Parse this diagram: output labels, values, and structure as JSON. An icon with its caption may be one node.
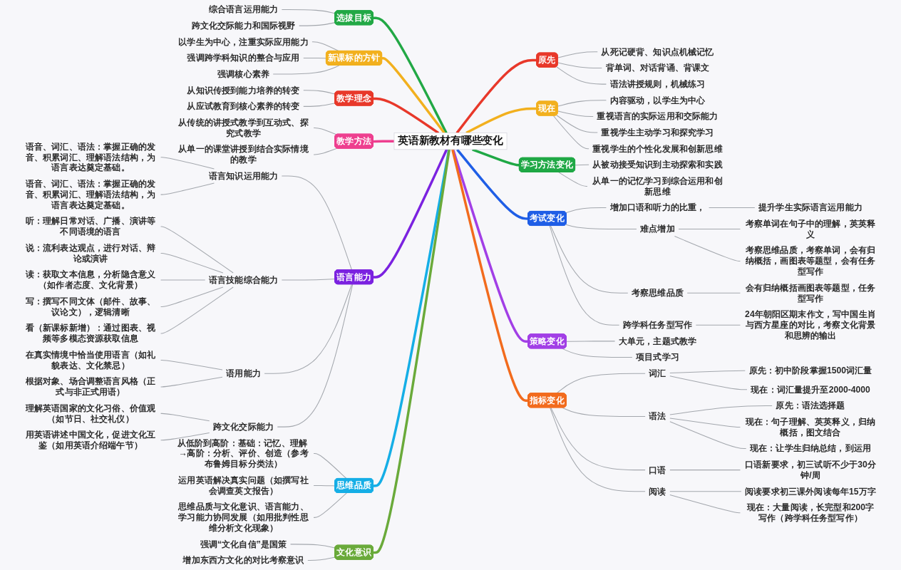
{
  "diagram": {
    "nodes": [
      {
        "text": [
          "英语新教材有哪些变化"
        ]
      },
      {
        "text": [
          "选拔目标"
        ]
      },
      {
        "text": [
          "综合语言运用能力"
        ]
      },
      {
        "text": [
          "跨文化交际能力和国际视野"
        ]
      },
      {
        "text": [
          "新课标的方针"
        ]
      },
      {
        "text": [
          "以学生为中心，注重实际应用能力"
        ]
      },
      {
        "text": [
          "强调跨学科知识的整合与应用"
        ]
      },
      {
        "text": [
          "强调核心素养"
        ]
      },
      {
        "text": [
          "教学理念"
        ]
      },
      {
        "text": [
          "从知识传授到能力培养的转变"
        ]
      },
      {
        "text": [
          "从应试教育到核心素养的转变"
        ]
      },
      {
        "text": [
          "教学方法"
        ]
      },
      {
        "text": [
          "从传统的讲授式教学到互动式、探究式教学"
        ]
      },
      {
        "text": [
          "从单一的课堂讲授到结合实际情境的教学"
        ]
      },
      {
        "text": [
          "语言能力"
        ]
      },
      {
        "text": [
          "语言知识运用能力"
        ]
      },
      {
        "text": [
          "语音、词汇、语法：掌握正确的发音、积累词汇、理解语法结构，为语言表达奠定基础。"
        ]
      },
      {
        "text": [
          "语音、词汇、语法：掌握正确的发音、积累词汇、理解语法结构，为语言表达奠定基础。"
        ]
      },
      {
        "text": [
          "语言技能综合能力"
        ]
      },
      {
        "text": [
          "听：理解日常对话、广播、演讲等不同语境的语言"
        ]
      },
      {
        "text": [
          "说：流利表达观点，进行对话、辩论或演讲"
        ]
      },
      {
        "text": [
          "读：获取文本信息，分析隐含意义（如作者态度、文化背景）"
        ]
      },
      {
        "text": [
          "写：撰写不同文体（邮件、故事、议论文），逻辑清晰"
        ]
      },
      {
        "text": [
          "看（新课标新增）：通过图表、视频等多模态资源获取信息"
        ]
      },
      {
        "text": [
          "语用能力"
        ]
      },
      {
        "text": [
          "在真实情境中恰当使用语言（如礼貌表达、文化禁忌）"
        ]
      },
      {
        "text": [
          "根据对象、场合调整语言风格（正式与非正式用语）"
        ]
      },
      {
        "text": [
          "跨文化交际能力"
        ]
      },
      {
        "text": [
          "理解英语国家的文化习俗、价值观（如节日、社交礼仪）"
        ]
      },
      {
        "text": [
          "用英语讲述中国文化，促进文化互鉴（如用英语介绍端午节）"
        ]
      },
      {
        "text": [
          "思维品质"
        ]
      },
      {
        "text": [
          "从低阶到高阶：基础：记忆、理解 →高阶：分析、评价、创造（参考布鲁姆目标分类法）"
        ]
      },
      {
        "text": [
          "运用英语解决真实问题（如撰写社会调查英文报告）"
        ]
      },
      {
        "text": [
          "思维品质与文化意识、语言能力、学习能力协同发展（如用批判性思维分析文化现象）"
        ]
      },
      {
        "text": [
          "文化意识"
        ]
      },
      {
        "text": [
          "强调“文化自信”是国策"
        ]
      },
      {
        "text": [
          "增加东西方文化的对比考察意识"
        ]
      },
      {
        "text": [
          "原先"
        ]
      },
      {
        "text": [
          "从死记硬背、知识点机械记忆"
        ]
      },
      {
        "text": [
          "背单词、对话背诵、背课文"
        ]
      },
      {
        "text": [
          "语法讲授规则，机械练习"
        ]
      },
      {
        "text": [
          "现在"
        ]
      },
      {
        "text": [
          "内容驱动，以学生为中心"
        ]
      },
      {
        "text": [
          "重视语言的实际运用和交际能力"
        ]
      },
      {
        "text": [
          "重视学生主动学习和探究学习"
        ]
      },
      {
        "text": [
          "重视学生的个性化发展和创新思维"
        ]
      },
      {
        "text": [
          "学习方法变化"
        ]
      },
      {
        "text": [
          "从被动接受知识到主动探索和实践"
        ]
      },
      {
        "text": [
          "从单一的记忆学习到综合运用和创新思维"
        ]
      },
      {
        "text": [
          "考试变化"
        ]
      },
      {
        "text": [
          "增加口语和听力的比重，"
        ]
      },
      {
        "text": [
          "提升学生实际语言运用能力"
        ]
      },
      {
        "text": [
          "难点增加"
        ]
      },
      {
        "text": [
          "考察单词在句子中的理解，英英释义"
        ]
      },
      {
        "text": [
          "考察思维品质，考察单词，会有归纳概括，画图表等题型，会有任务型写作"
        ]
      },
      {
        "text": [
          "考察思维品质"
        ]
      },
      {
        "text": [
          "会有归纳概括画图表等题型，任务型写作"
        ]
      },
      {
        "text": [
          "跨学科任务型写作"
        ]
      },
      {
        "text": [
          "24年朝阳区期末作文，写中国生肖与西方星座的对比，考察文化背景和思辨的输出"
        ]
      },
      {
        "text": [
          "策略变化"
        ]
      },
      {
        "text": [
          "大单元，主题式教学"
        ]
      },
      {
        "text": [
          "项目式学习"
        ]
      },
      {
        "text": [
          "指标变化"
        ]
      },
      {
        "text": [
          "词汇"
        ]
      },
      {
        "text": [
          "原先：初中阶段掌握1500词汇量"
        ]
      },
      {
        "text": [
          "现在：词汇量提升至2000-4000"
        ]
      },
      {
        "text": [
          "语法"
        ]
      },
      {
        "text": [
          "原先：语法选择题"
        ]
      },
      {
        "text": [
          "现在：句子理解、英英释义，归纳概括，图文结合"
        ]
      },
      {
        "text": [
          "现在：让学生归纳总结，到运用"
        ]
      },
      {
        "text": [
          "口语"
        ]
      },
      {
        "text": [
          "口语新要求，初三试听不少于30分钟/周"
        ]
      },
      {
        "text": [
          "阅读"
        ]
      },
      {
        "text": [
          "阅读要求初三课外阅读每年15万字"
        ]
      },
      {
        "text": [
          "现在：大量阅读，长完型和200字写作（跨学科任务型写作）"
        ]
      }
    ],
    "edges": [
      {
        "from": 1,
        "to": 0,
        "arrow": "none",
        "style": "thick",
        "color": "#22a845"
      },
      {
        "from": 2,
        "to": 1,
        "arrow": "none"
      },
      {
        "from": 3,
        "to": 1,
        "arrow": "none"
      },
      {
        "from": 4,
        "to": 0,
        "arrow": "none",
        "style": "thick",
        "color": "#f2b01e"
      },
      {
        "from": 5,
        "to": 4,
        "arrow": "none"
      },
      {
        "from": 6,
        "to": 4,
        "arrow": "none"
      },
      {
        "from": 7,
        "to": 4,
        "arrow": "none"
      },
      {
        "from": 8,
        "to": 0,
        "arrow": "none",
        "style": "thick",
        "color": "#e8382a"
      },
      {
        "from": 9,
        "to": 8,
        "arrow": "none"
      },
      {
        "from": 10,
        "to": 8,
        "arrow": "none"
      },
      {
        "from": 11,
        "to": 0,
        "arrow": "none",
        "style": "thick",
        "color": "#ee3f8f"
      },
      {
        "from": 12,
        "to": 11,
        "arrow": "none"
      },
      {
        "from": 13,
        "to": 11,
        "arrow": "none"
      },
      {
        "from": 14,
        "to": 0,
        "arrow": "none",
        "style": "thick",
        "color": "#7b22e0"
      },
      {
        "from": 15,
        "to": 14,
        "arrow": "none"
      },
      {
        "from": 16,
        "to": 15,
        "arrow": "none"
      },
      {
        "from": 17,
        "to": 15,
        "arrow": "none"
      },
      {
        "from": 18,
        "to": 14,
        "arrow": "none"
      },
      {
        "from": 19,
        "to": 18,
        "arrow": "none"
      },
      {
        "from": 20,
        "to": 18,
        "arrow": "none"
      },
      {
        "from": 21,
        "to": 18,
        "arrow": "none"
      },
      {
        "from": 22,
        "to": 18,
        "arrow": "none"
      },
      {
        "from": 23,
        "to": 18,
        "arrow": "none"
      },
      {
        "from": 24,
        "to": 14,
        "arrow": "none"
      },
      {
        "from": 25,
        "to": 24,
        "arrow": "none"
      },
      {
        "from": 26,
        "to": 24,
        "arrow": "none"
      },
      {
        "from": 27,
        "to": 14,
        "arrow": "none"
      },
      {
        "from": 28,
        "to": 27,
        "arrow": "none"
      },
      {
        "from": 29,
        "to": 27,
        "arrow": "none"
      },
      {
        "from": 30,
        "to": 0,
        "arrow": "none",
        "style": "thick",
        "color": "#15aee6"
      },
      {
        "from": 31,
        "to": 30,
        "arrow": "none"
      },
      {
        "from": 32,
        "to": 30,
        "arrow": "none"
      },
      {
        "from": 33,
        "to": 30,
        "arrow": "none"
      },
      {
        "from": 34,
        "to": 0,
        "arrow": "none",
        "style": "thick",
        "color": "#6aaa3a"
      },
      {
        "from": 35,
        "to": 34,
        "arrow": "none"
      },
      {
        "from": 36,
        "to": 34,
        "arrow": "none"
      },
      {
        "from": 0,
        "to": 37,
        "arrow": "none",
        "style": "thick",
        "color": "#e8382a"
      },
      {
        "from": 37,
        "to": 38,
        "arrow": "none"
      },
      {
        "from": 37,
        "to": 39,
        "arrow": "none"
      },
      {
        "from": 37,
        "to": 40,
        "arrow": "none"
      },
      {
        "from": 0,
        "to": 41,
        "arrow": "none",
        "style": "thick",
        "color": "#f2b01e"
      },
      {
        "from": 41,
        "to": 42,
        "arrow": "none"
      },
      {
        "from": 41,
        "to": 43,
        "arrow": "none"
      },
      {
        "from": 41,
        "to": 44,
        "arrow": "none"
      },
      {
        "from": 41,
        "to": 45,
        "arrow": "none"
      },
      {
        "from": 0,
        "to": 46,
        "arrow": "none",
        "style": "thick",
        "color": "#1fa845"
      },
      {
        "from": 46,
        "to": 47,
        "arrow": "none"
      },
      {
        "from": 46,
        "to": 48,
        "arrow": "none"
      },
      {
        "from": 0,
        "to": 49,
        "arrow": "none",
        "style": "thick",
        "color": "#1f5ee6"
      },
      {
        "from": 49,
        "to": 50,
        "arrow": "none"
      },
      {
        "from": 50,
        "to": 51,
        "arrow": "none"
      },
      {
        "from": 49,
        "to": 52,
        "arrow": "none"
      },
      {
        "from": 52,
        "to": 53,
        "arrow": "none"
      },
      {
        "from": 52,
        "to": 54,
        "arrow": "none"
      },
      {
        "from": 49,
        "to": 55,
        "arrow": "none"
      },
      {
        "from": 55,
        "to": 56,
        "arrow": "none"
      },
      {
        "from": 49,
        "to": 57,
        "arrow": "none"
      },
      {
        "from": 57,
        "to": 58,
        "arrow": "none"
      },
      {
        "from": 0,
        "to": 59,
        "arrow": "none",
        "style": "thick",
        "color": "#a23fe6"
      },
      {
        "from": 59,
        "to": 60,
        "arrow": "none"
      },
      {
        "from": 59,
        "to": 61,
        "arrow": "none"
      },
      {
        "from": 0,
        "to": 62,
        "arrow": "none",
        "style": "thick",
        "color": "#f26b1d"
      },
      {
        "from": 62,
        "to": 63,
        "arrow": "none"
      },
      {
        "from": 63,
        "to": 64,
        "arrow": "none"
      },
      {
        "from": 63,
        "to": 65,
        "arrow": "none"
      },
      {
        "from": 62,
        "to": 66,
        "arrow": "none"
      },
      {
        "from": 66,
        "to": 67,
        "arrow": "none"
      },
      {
        "from": 66,
        "to": 68,
        "arrow": "none"
      },
      {
        "from": 66,
        "to": 69,
        "arrow": "none"
      },
      {
        "from": 62,
        "to": 70,
        "arrow": "none"
      },
      {
        "from": 70,
        "to": 71,
        "arrow": "none"
      },
      {
        "from": 62,
        "to": 72,
        "arrow": "none"
      },
      {
        "from": 72,
        "to": 73,
        "arrow": "none"
      },
      {
        "from": 72,
        "to": 74,
        "arrow": "none"
      }
    ]
  }
}
